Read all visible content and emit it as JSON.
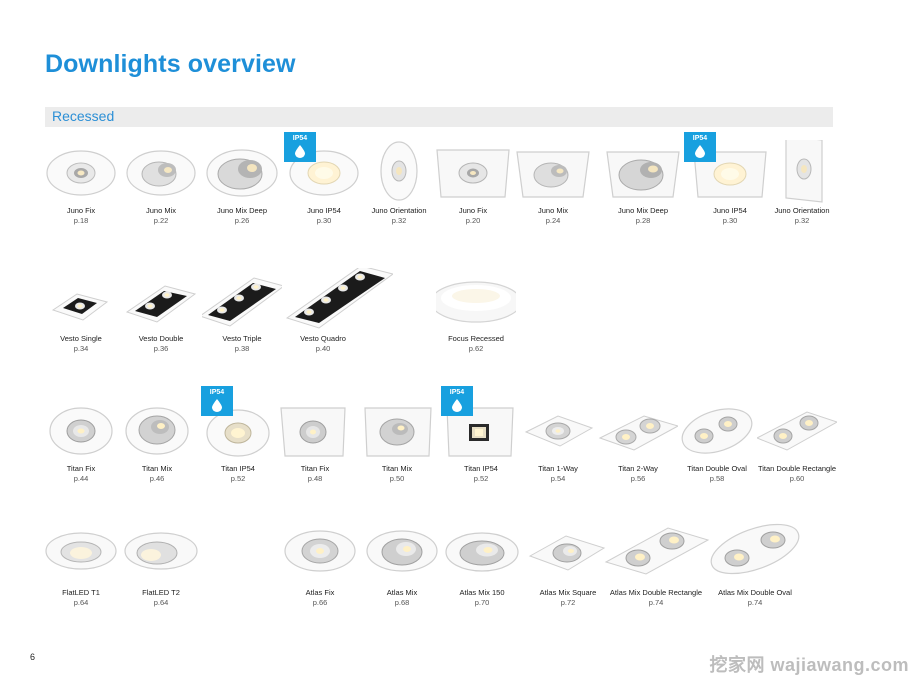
{
  "page": {
    "title": "Downlights overview",
    "number": "6",
    "watermark": "挖家网 wajiawang.com"
  },
  "section": {
    "label": "Recessed"
  },
  "badge_label": "IP54",
  "rows": [
    [
      {
        "name": "Juno Fix",
        "page": "p.18"
      },
      {
        "name": "Juno Mix",
        "page": "p.22"
      },
      {
        "name": "Juno Mix Deep",
        "page": "p.26"
      },
      {
        "name": "Juno IP54",
        "page": "p.30"
      },
      {
        "name": "Juno Orientation",
        "page": "p.32"
      },
      {
        "name": "Juno Fix",
        "page": "p.20"
      },
      {
        "name": "Juno Mix",
        "page": "p.24"
      },
      {
        "name": "Juno Mix Deep",
        "page": "p.28"
      },
      {
        "name": "Juno IP54",
        "page": "p.30"
      },
      {
        "name": "Juno Orientation",
        "page": "p.32"
      }
    ],
    [
      {
        "name": "Vesto Single",
        "page": "p.34"
      },
      {
        "name": "Vesto Double",
        "page": "p.36"
      },
      {
        "name": "Vesto Triple",
        "page": "p.38"
      },
      {
        "name": "Vesto Quadro",
        "page": "p.40"
      },
      {
        "name": "Focus Recessed",
        "page": "p.62"
      }
    ],
    [
      {
        "name": "Titan Fix",
        "page": "p.44"
      },
      {
        "name": "Titan Mix",
        "page": "p.46"
      },
      {
        "name": "Titan IP54",
        "page": "p.52"
      },
      {
        "name": "Titan Fix",
        "page": "p.48"
      },
      {
        "name": "Titan Mix",
        "page": "p.50"
      },
      {
        "name": "Titan IP54",
        "page": "p.52"
      },
      {
        "name": "Titan 1-Way",
        "page": "p.54"
      },
      {
        "name": "Titan 2-Way",
        "page": "p.56"
      },
      {
        "name": "Titan Double Oval",
        "page": "p.58"
      },
      {
        "name": "Titan Double Rectangle",
        "page": "p.60"
      }
    ],
    [
      {
        "name": "FlatLED T1",
        "page": "p.64"
      },
      {
        "name": "FlatLED T2",
        "page": "p.64"
      },
      {
        "name": "Atlas Fix",
        "page": "p.66"
      },
      {
        "name": "Atlas Mix",
        "page": "p.68"
      },
      {
        "name": "Atlas Mix 150",
        "page": "p.70"
      },
      {
        "name": "Atlas Mix Square",
        "page": "p.72"
      },
      {
        "name": "Atlas Mix Double Rectangle",
        "page": "p.74"
      },
      {
        "name": "Atlas Mix Double Oval",
        "page": "p.74"
      }
    ]
  ]
}
